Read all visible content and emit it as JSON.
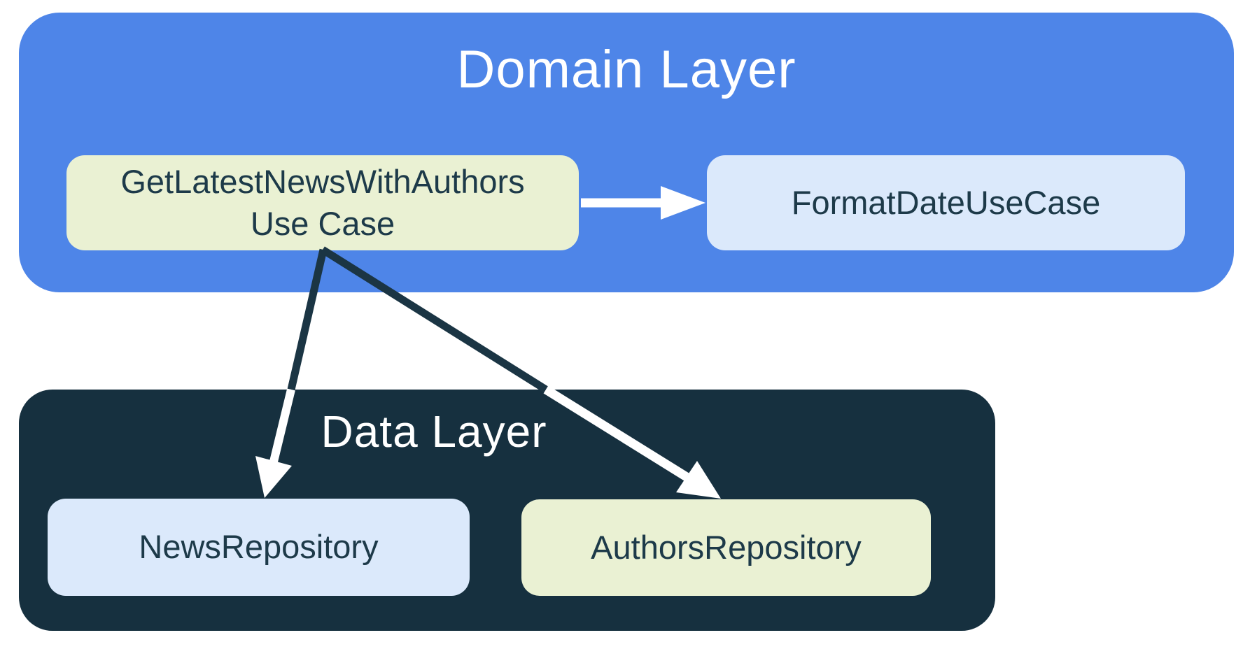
{
  "diagram": {
    "domain_layer": {
      "title": "Domain Layer",
      "nodes": {
        "use_case": {
          "label": "GetLatestNewsWithAuthors Use Case",
          "lines": [
            "GetLatestNewsWithAuthors",
            "Use Case"
          ]
        },
        "format_date": {
          "label": "FormatDateUseCase"
        }
      }
    },
    "data_layer": {
      "title": "Data Layer",
      "nodes": {
        "news_repository": {
          "label": "NewsRepository"
        },
        "authors_repository": {
          "label": "AuthorsRepository"
        }
      }
    },
    "arrows": [
      {
        "from": "GetLatestNewsWithAuthors Use Case",
        "to": "FormatDateUseCase",
        "direction": "right"
      },
      {
        "from": "GetLatestNewsWithAuthors Use Case",
        "to": "NewsRepository",
        "direction": "down"
      },
      {
        "from": "GetLatestNewsWithAuthors Use Case",
        "to": "AuthorsRepository",
        "direction": "down-right"
      }
    ]
  },
  "colors": {
    "blue": "#4e85e8",
    "dark_navy": "#16303f",
    "pale_green": "#eaf1d3",
    "pale_blue": "#dbe9fb",
    "arrow_dark": "#1b3544",
    "text_dark": "#1d3a49",
    "white": "#ffffff",
    "background": "#ffffff"
  }
}
